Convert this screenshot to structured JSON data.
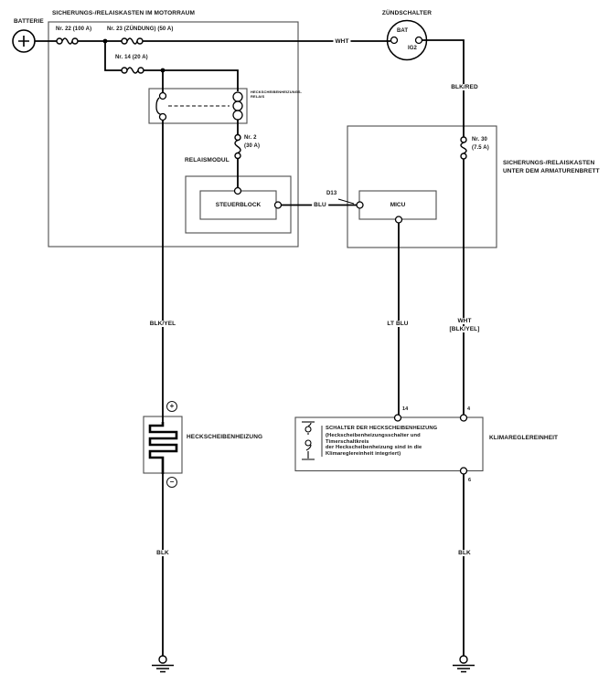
{
  "diagram": {
    "battery": {
      "label": "BATTERIE"
    },
    "engine_box": {
      "title": "SICHERUNGS-/RELAISKASTEN IM MOTORRAUM",
      "fuse_22": "Nr. 22 (100 A)",
      "fuse_23": "Nr. 23 (ZÜNDUNG) (50 A)",
      "fuse_14": "Nr. 14 (20 A)",
      "relay_name_line1": "HECKSCHEIBENHEIZUNGS-",
      "relay_name_line2": "RELAIS",
      "fuse_2_line1": "Nr. 2",
      "fuse_2_line2": "(30 A)",
      "relay_module": "RELAISMODUL",
      "control_block": "STEUERBLOCK"
    },
    "ignition_switch": {
      "title": "ZÜNDSCHALTER",
      "terminal_bat": "BAT",
      "terminal_ig2": "IG2"
    },
    "dash_box": {
      "title_line1": "SICHERUNGS-/RELAISKASTEN",
      "title_line2": "UNTER DEM ARMATURENBRETT",
      "fuse_30_line1": "Nr. 30",
      "fuse_30_line2": "(7.5 A)",
      "micu": "MICU"
    },
    "connector_d13": "D13",
    "wires": {
      "wht": "WHT",
      "blk_red": "BLK/RED",
      "blk_yel": "BLK/YEL",
      "lt_blu": "LT BLU",
      "blu": "BLU",
      "wht_blkyel_line1": "WHT",
      "wht_blkyel_line2": "[BLK/YEL]",
      "blk_left": "BLK",
      "blk_right": "BLK"
    },
    "defogger": {
      "label": "HECKSCHEIBENHEIZUNG",
      "plus": "+",
      "minus": "−"
    },
    "climate_unit": {
      "label": "KLIMAREGLEREINHEIT",
      "switch_title": "SCHALTER DER HECKSCHEIBENHEIZUNG",
      "note_line1": "(Heckscheibenheizungsschalter und",
      "note_line2": "Timerschaltkreis",
      "note_line3": "der Heckscheibenheizung sind in die",
      "note_line4": "Klimareglereinheit integriert)",
      "pin_14": "14",
      "pin_4": "4",
      "pin_6": "6"
    }
  }
}
